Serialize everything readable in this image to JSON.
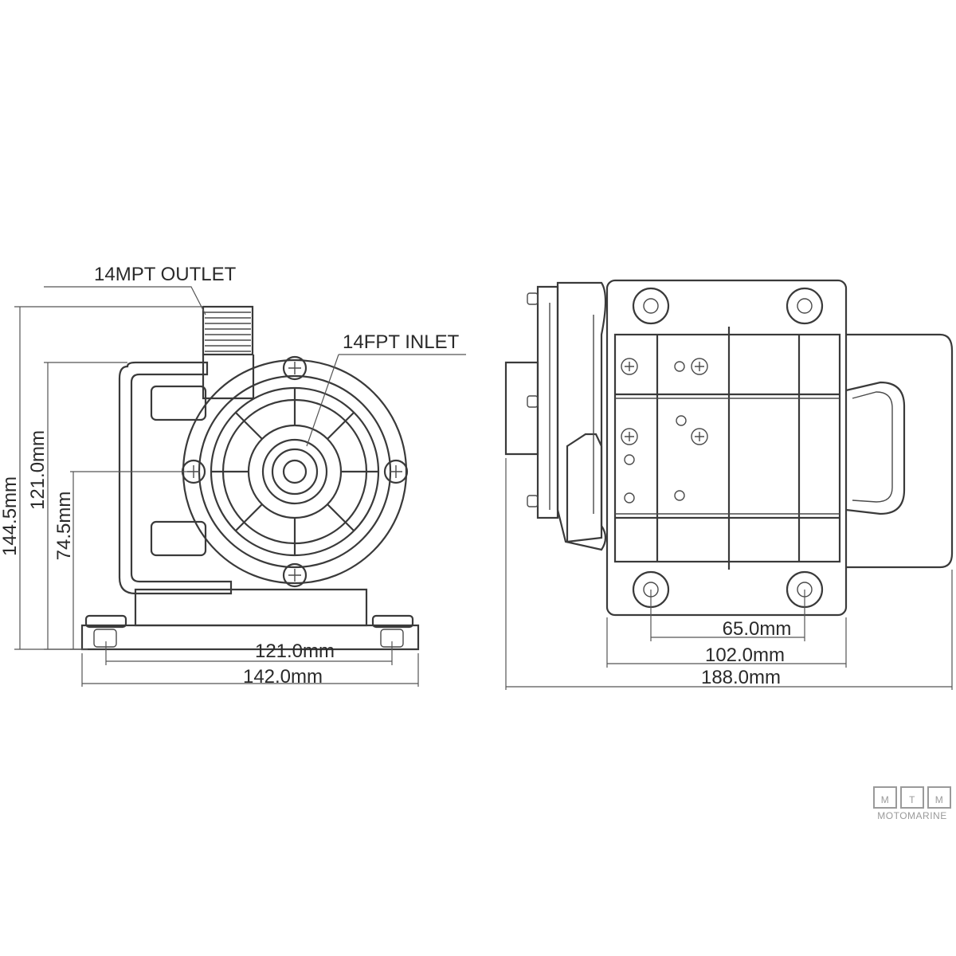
{
  "labels": {
    "outlet": "14MPT OUTLET",
    "inlet": "14FPT INLET"
  },
  "dimensions": {
    "total_height": "144.5mm",
    "body_height": "121.0mm",
    "inlet_center_height": "74.5mm",
    "front_mount_width": "121.0mm",
    "front_base_width": "142.0mm",
    "side_hole_spacing": "65.0mm",
    "side_plate_width": "102.0mm",
    "side_total_length": "188.0mm"
  },
  "logo": {
    "letters": "MTM",
    "brand": "MOTOMARINE"
  }
}
